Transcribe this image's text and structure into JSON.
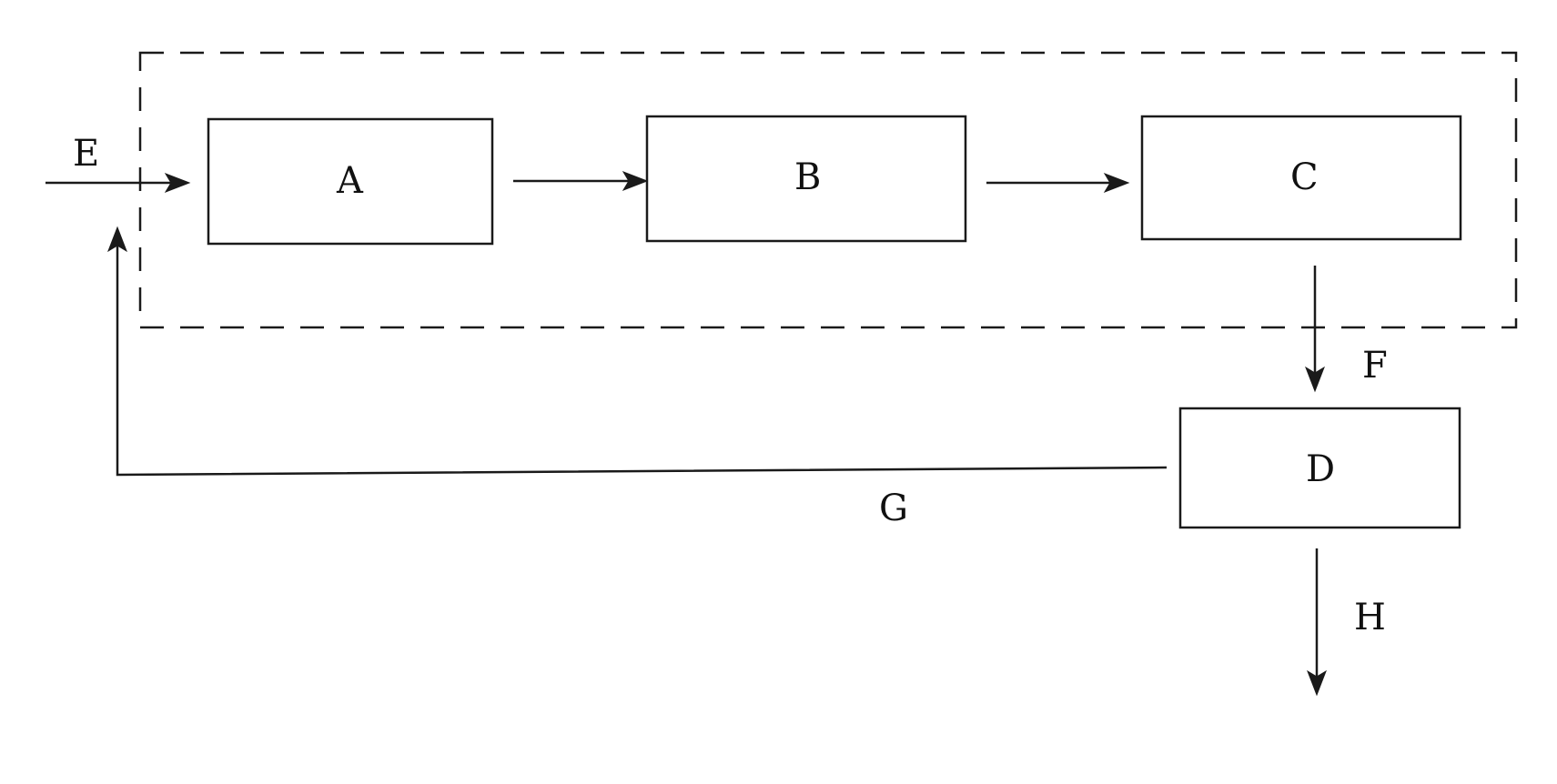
{
  "diagram": {
    "nodes": {
      "A": "A",
      "B": "B",
      "C": "C",
      "D": "D"
    },
    "streams": {
      "E": "E",
      "F": "F",
      "G": "G",
      "H": "H"
    },
    "boundary_style": "dashed",
    "connections": [
      {
        "from": "E",
        "to": "A"
      },
      {
        "from": "A",
        "to": "B"
      },
      {
        "from": "B",
        "to": "C"
      },
      {
        "from": "C",
        "to": "D",
        "label": "F"
      },
      {
        "from": "D",
        "to": "A",
        "label": "G"
      },
      {
        "from": "D",
        "to": "out",
        "label": "H"
      }
    ]
  }
}
